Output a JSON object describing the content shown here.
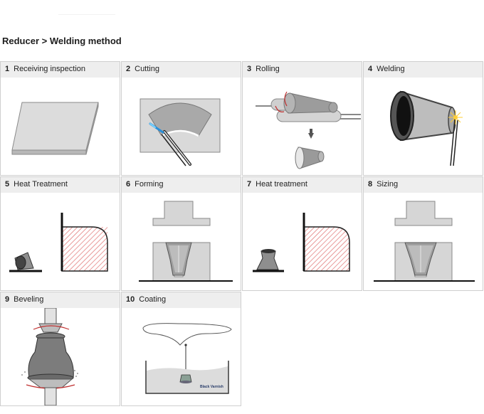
{
  "page_title": "Reducer > Welding method",
  "steps": [
    {
      "num": "1",
      "label": "Receiving inspection"
    },
    {
      "num": "2",
      "label": "Cutting"
    },
    {
      "num": "3",
      "label": "Rolling"
    },
    {
      "num": "4",
      "label": "Welding"
    },
    {
      "num": "5",
      "label": "Heat Treatment"
    },
    {
      "num": "6",
      "label": "Forming"
    },
    {
      "num": "7",
      "label": "Heat treatment"
    },
    {
      "num": "8",
      "label": "Sizing"
    },
    {
      "num": "9",
      "label": "Beveling"
    },
    {
      "num": "10",
      "label": "Coating"
    }
  ],
  "coating_tank_label": "Black Varnish"
}
